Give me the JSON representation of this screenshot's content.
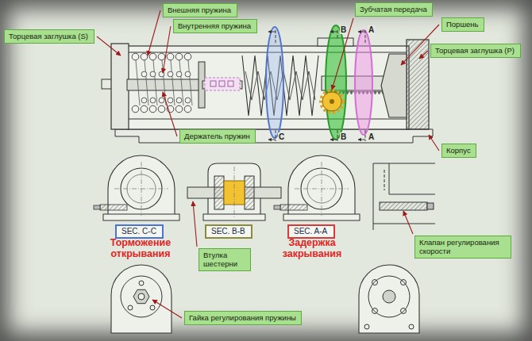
{
  "diagram": {
    "nodes": [
      {
        "text": [
          "Торцевая заглушка (S)"
        ]
      },
      {
        "text": [
          "Внешняя пружина"
        ]
      },
      {
        "text": [
          "Внутренняя пружина"
        ]
      },
      {
        "text": [
          "Зубчатая передача"
        ]
      },
      {
        "text": [
          "Поршень"
        ]
      },
      {
        "text": [
          "Торцевая заглушка (P)"
        ]
      },
      {
        "text": [
          "Держатель пружин"
        ]
      },
      {
        "text": [
          "Корпус"
        ]
      },
      {
        "text": [
          "SEC. C-C"
        ]
      },
      {
        "text": [
          "SEC. B-B"
        ]
      },
      {
        "text": [
          "SEC. A-A"
        ]
      },
      {
        "text": [
          "Втулка шестерни"
        ]
      },
      {
        "text": [
          "Клапан регулирования скорости"
        ]
      },
      {
        "text": [
          "Гайка регулирования пружины"
        ]
      }
    ],
    "labels": [
      "Торможение открывания",
      "Задержка закрывания",
      "B",
      "A",
      "C",
      "B",
      "A"
    ]
  }
}
